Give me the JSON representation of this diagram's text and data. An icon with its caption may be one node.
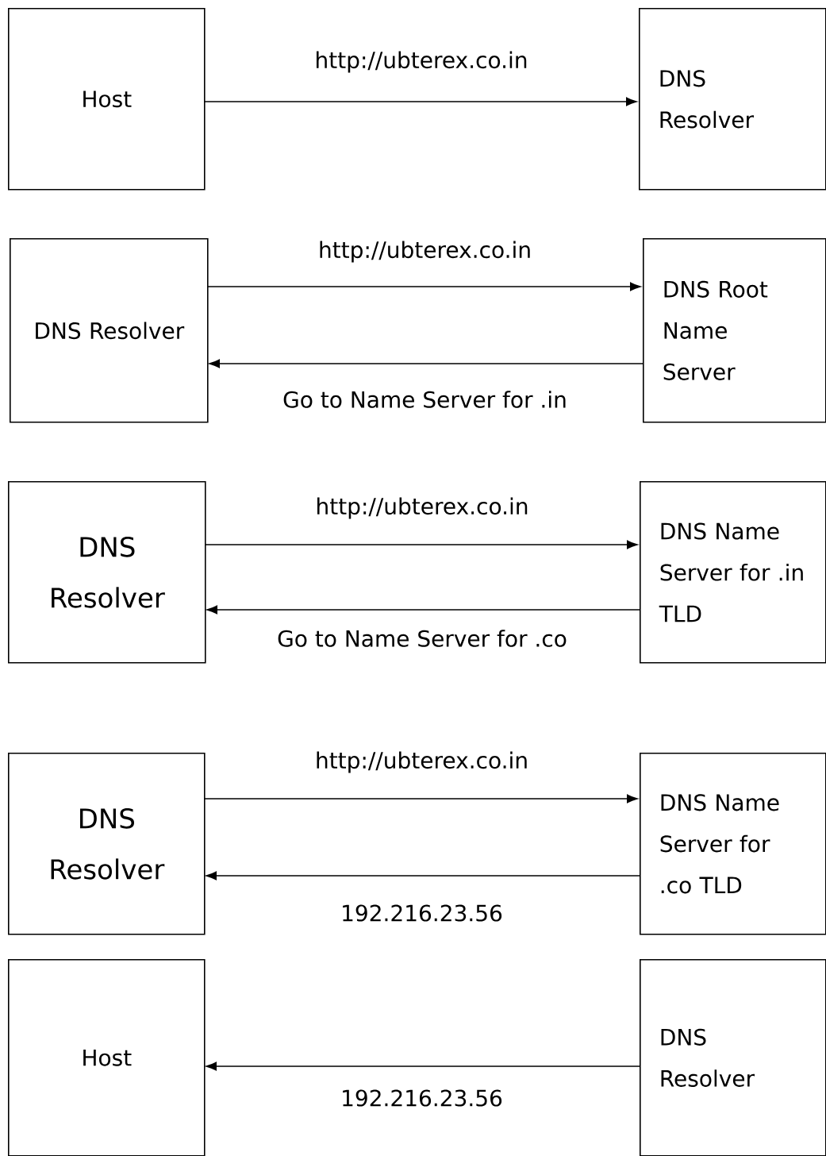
{
  "diagram": {
    "nodes": [
      {
        "text": [
          "Host"
        ]
      },
      {
        "text": [
          "DNS Resolver"
        ]
      },
      {
        "text": [
          "DNS Resolver"
        ]
      },
      {
        "text": [
          "DNS Root Name Server"
        ]
      },
      {
        "text": [
          "DNS Resolver"
        ]
      },
      {
        "text": [
          "DNS Name Server for .in TLD"
        ]
      },
      {
        "text": [
          "DNS Resolver"
        ]
      },
      {
        "text": [
          "DNS Name Server for .co TLD"
        ]
      },
      {
        "text": [
          "Host"
        ]
      },
      {
        "text": [
          "DNS Resolver"
        ]
      }
    ],
    "edges": [
      {
        "from": 0,
        "to": 1,
        "arrow": "to",
        "label": "http://ubterex.co.in"
      },
      {
        "from": 2,
        "to": 3,
        "arrow": "to",
        "label": "http://ubterex.co.in"
      },
      {
        "from": 3,
        "to": 2,
        "arrow": "to",
        "label": "Go to Name Server for .in"
      },
      {
        "from": 4,
        "to": 5,
        "arrow": "to",
        "label": "http://ubterex.co.in"
      },
      {
        "from": 5,
        "to": 4,
        "arrow": "to",
        "label": "Go to Name Server for .co"
      },
      {
        "from": 6,
        "to": 7,
        "arrow": "to",
        "label": "http://ubterex.co.in"
      },
      {
        "from": 7,
        "to": 6,
        "arrow": "to",
        "label": "192.216.23.56"
      },
      {
        "from": 9,
        "to": 8,
        "arrow": "to",
        "label": "192.216.23.56"
      }
    ]
  }
}
